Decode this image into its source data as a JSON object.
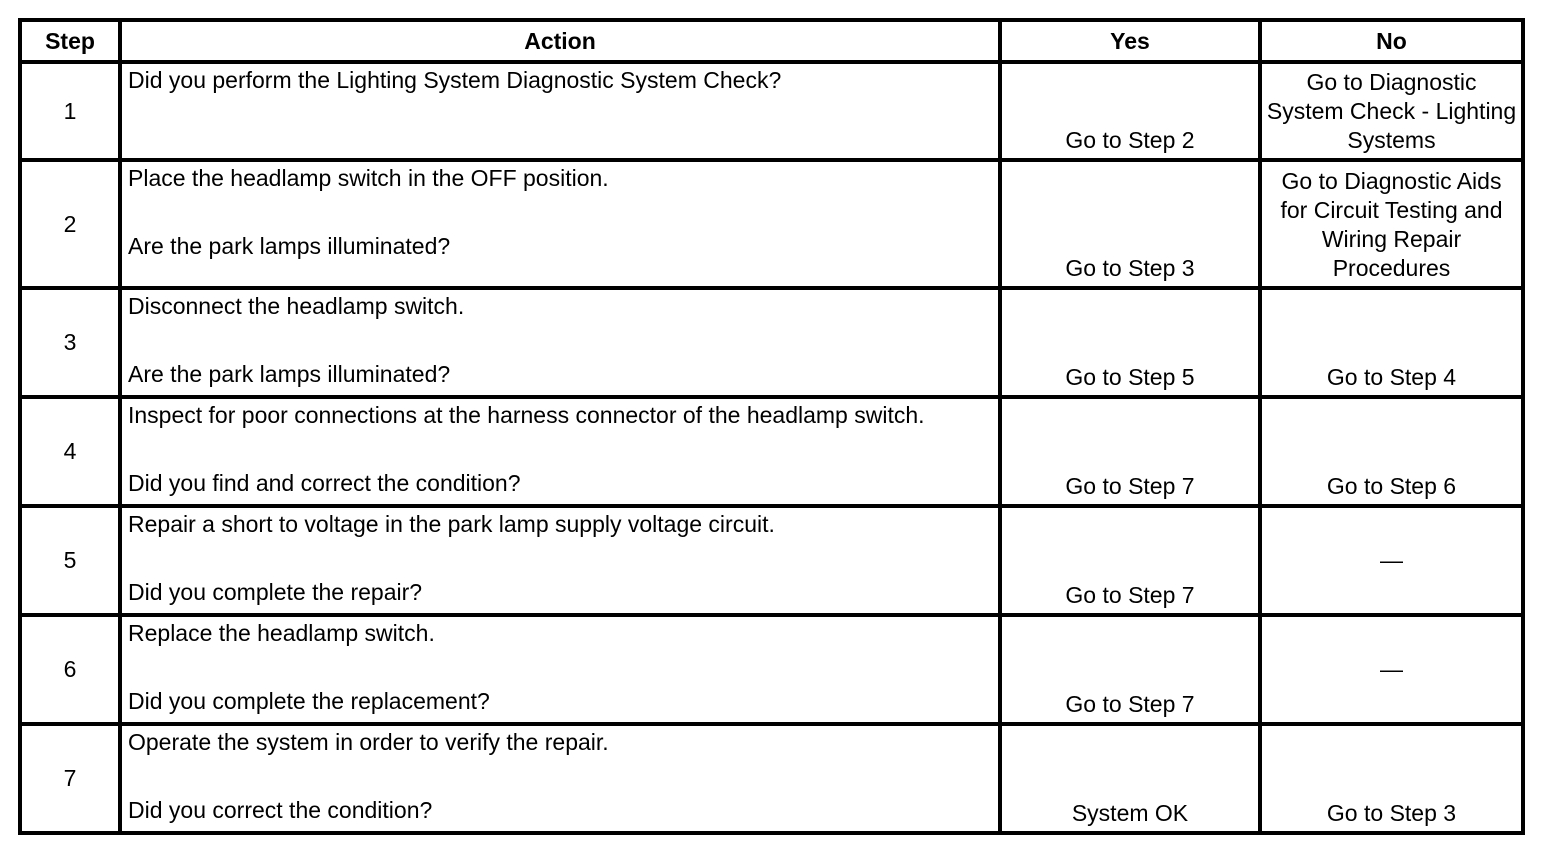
{
  "columns": {
    "step": "Step",
    "action": "Action",
    "yes": "Yes",
    "no": "No"
  },
  "rows": [
    {
      "step": "1",
      "instruction": "Did you perform the Lighting System Diagnostic System Check?",
      "question": "",
      "yes": "Go to Step 2",
      "no": "Go to Diagnostic System Check - Lighting Systems"
    },
    {
      "step": "2",
      "instruction": "Place the headlamp switch in the OFF position.",
      "question": "Are the park lamps illuminated?",
      "yes": "Go to Step 3",
      "no": "Go to Diagnostic Aids for Circuit Testing and Wiring Repair Procedures"
    },
    {
      "step": "3",
      "instruction": "Disconnect the headlamp switch.",
      "question": "Are the park lamps illuminated?",
      "yes": "Go to Step 5",
      "no": "Go to Step 4"
    },
    {
      "step": "4",
      "instruction": "Inspect for poor connections at the harness connector of the headlamp switch.",
      "question": "Did you find and correct the condition?",
      "yes": "Go to Step 7",
      "no": "Go to Step 6"
    },
    {
      "step": "5",
      "instruction": "Repair a short to voltage in the park lamp supply voltage circuit.",
      "question": "Did you complete the repair?",
      "yes": "Go to Step 7",
      "no": "—"
    },
    {
      "step": "6",
      "instruction": "Replace the headlamp switch.",
      "question": "Did you complete the replacement?",
      "yes": "Go to Step 7",
      "no": "—"
    },
    {
      "step": "7",
      "instruction": "Operate the system in order to verify the repair.",
      "question": "Did you correct the condition?",
      "yes": "System OK",
      "no": "Go to Step 3"
    }
  ]
}
